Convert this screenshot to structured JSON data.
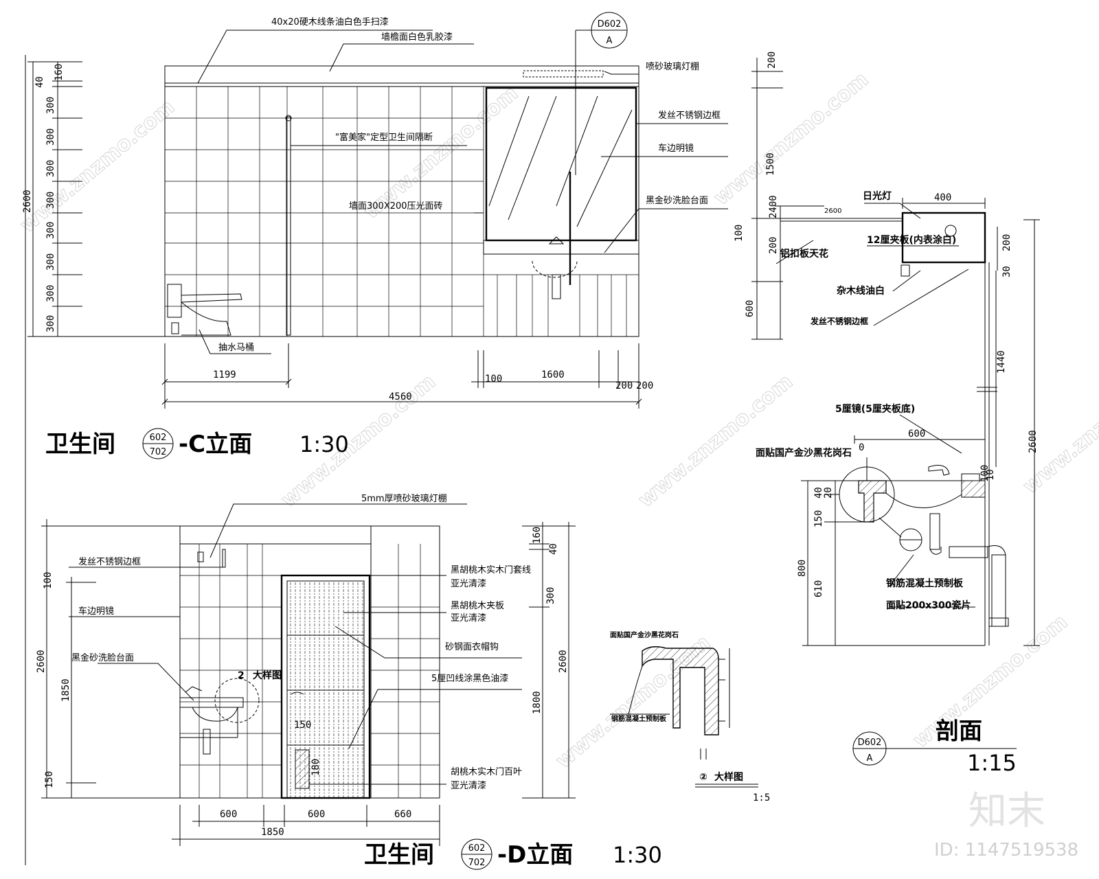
{
  "c_elevation": {
    "title": "卫生间",
    "tag_top": "602",
    "tag_bottom": "702",
    "suffix": "-C立面",
    "scale": "1:30",
    "labels": {
      "trim": "40x20硬木线条油白色手扫漆",
      "eave": "墙檐面白色乳胶漆",
      "glass_canopy": "喷砂玻璃灯棚",
      "partition": "\"富美家\"定型卫生间隔断",
      "steel_frame": "发丝不锈钢边框",
      "mirror": "车边明镜",
      "tile": "墙面300X200压光面砖",
      "basin_top": "黑金砂洗脸台面",
      "toilet": "抽水马桶"
    },
    "section_tag_top": "D602",
    "section_tag_bottom": "A",
    "dims_left": [
      "40",
      "160",
      "300",
      "300",
      "300",
      "300",
      "300",
      "300",
      "300",
      "300"
    ],
    "dim_total_left": "2600",
    "dims_bottom": {
      "a": "1199",
      "b": "100",
      "c": "1600",
      "d": "200",
      "e": "200",
      "total": "4560"
    }
  },
  "d_elevation": {
    "title": "卫生间",
    "tag_top": "602",
    "tag_bottom": "702",
    "suffix": "-D立面",
    "scale": "1:30",
    "labels": {
      "glass_canopy": "5mm厚喷砂玻璃灯棚",
      "steel_frame": "发丝不锈钢边框",
      "mirror": "车边明镜",
      "basin_top": "黑金砂洗脸台面",
      "door_trim_1": "黑胡桃木实木门套线",
      "door_trim_2": "亚光清漆",
      "door_panel_1": "黑胡桃木夹板",
      "door_panel_2": "亚光清漆",
      "hook": "砂钢面衣帽钩",
      "groove": "5厘凹线涂黑色油漆",
      "louver_1": "胡桃木实木门百叶",
      "louver_2": "亚光清漆",
      "detail_callout": "大样图",
      "detail_num": "2"
    },
    "dims_left": {
      "a": "100",
      "b": "2600",
      "c": "1850",
      "d": "150"
    },
    "dims_right": {
      "a": "160",
      "b": "40",
      "c": "300",
      "d": "2600",
      "e": "1800"
    },
    "dims_inner": {
      "a": "150",
      "b": "180"
    },
    "dims_bottom": {
      "a": "600",
      "b": "600",
      "c": "660",
      "total": "1850"
    }
  },
  "section": {
    "title": "剖面",
    "scale": "1:15",
    "tag_top": "D602",
    "tag_bottom": "A",
    "labels": {
      "fluorescent": "日光灯",
      "plywood": "12厘夹板(内表涂白)",
      "aluminum_ceiling": "铝扣板天花",
      "wood_trim": "杂木线油白",
      "steel_frame": "发丝不锈钢边框",
      "mirror": "5厘镜(5厘夹板底)",
      "granite": "面贴国产金沙黑花岗石",
      "concrete": "钢筋混凝土预制板",
      "tile": "面贴200x300瓷片"
    },
    "dims": {
      "top": "200",
      "h1500": "1500",
      "h2400": "2400",
      "lvl": "2600",
      "h100": "100",
      "h200": "200",
      "h600": "600",
      "w400": "400",
      "r200": "200",
      "r30": "30",
      "h1440": "1440",
      "h2600": "2600",
      "w600": "600",
      "d40": "40",
      "d20": "20",
      "d150": "150",
      "d800": "800",
      "d610": "610",
      "d10": "10",
      "d0": "0",
      "d100": "100"
    }
  },
  "detail": {
    "title": "大样图",
    "num": "②",
    "scale": "1:5",
    "label_granite": "面贴国产金沙黑花岗石",
    "label_concrete": "钢筋混凝土预制板"
  },
  "branding": {
    "logo": "知末",
    "id_label": "ID: 1147519538"
  }
}
